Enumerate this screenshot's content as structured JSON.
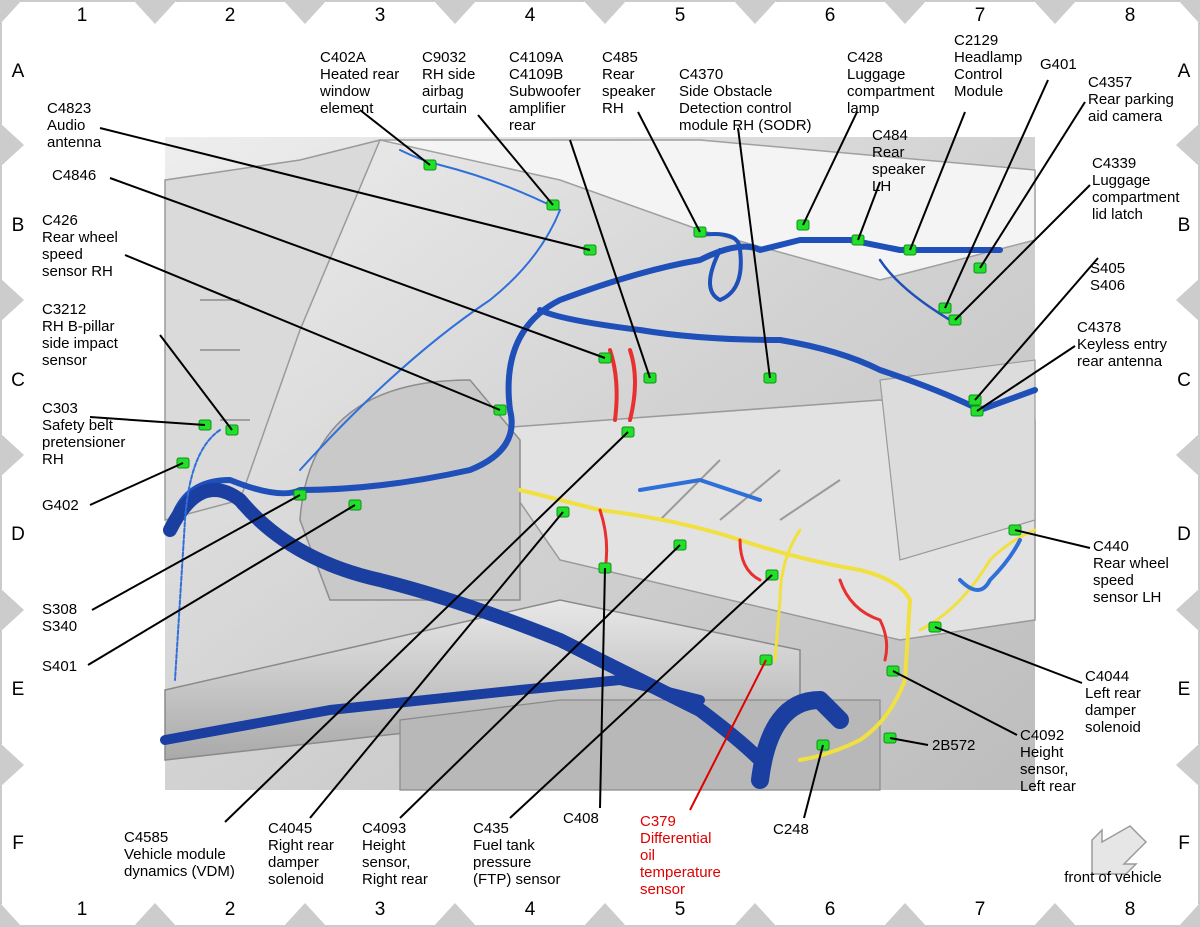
{
  "grid": {
    "columns": [
      "1",
      "2",
      "3",
      "4",
      "5",
      "6",
      "7",
      "8"
    ],
    "rows": [
      "A",
      "B",
      "C",
      "D",
      "E",
      "F"
    ]
  },
  "callouts": [
    {
      "id": "c402a",
      "lines": [
        "C402A",
        "Heated rear",
        "window",
        "element"
      ]
    },
    {
      "id": "c9032",
      "lines": [
        "C9032",
        "RH side",
        "airbag",
        "curtain"
      ]
    },
    {
      "id": "c4109",
      "lines": [
        "C4109A",
        "C4109B",
        "Subwoofer",
        "amplifier",
        "rear"
      ]
    },
    {
      "id": "c485",
      "lines": [
        "C485",
        "Rear",
        "speaker",
        "RH"
      ]
    },
    {
      "id": "c4370",
      "lines": [
        "C4370",
        "Side Obstacle",
        "Detection control",
        "module RH (SODR)"
      ]
    },
    {
      "id": "c428",
      "lines": [
        "C428",
        "Luggage",
        "compartment",
        "lamp"
      ]
    },
    {
      "id": "c2129",
      "lines": [
        "C2129",
        "Headlamp",
        "Control",
        "Module"
      ]
    },
    {
      "id": "g401",
      "lines": [
        "G401"
      ]
    },
    {
      "id": "c4357",
      "lines": [
        "C4357",
        "Rear parking",
        "aid camera"
      ]
    },
    {
      "id": "c4823",
      "lines": [
        "C4823",
        "Audio",
        "antenna"
      ]
    },
    {
      "id": "c484",
      "lines": [
        "C484",
        "Rear",
        "speaker",
        "LH"
      ]
    },
    {
      "id": "c4339",
      "lines": [
        "C4339",
        "Luggage",
        "compartment",
        "lid latch"
      ]
    },
    {
      "id": "c4846",
      "lines": [
        "C4846"
      ]
    },
    {
      "id": "c426",
      "lines": [
        "C426",
        "Rear wheel",
        "speed",
        "sensor RH"
      ]
    },
    {
      "id": "s405",
      "lines": [
        "S405",
        "S406"
      ]
    },
    {
      "id": "c3212",
      "lines": [
        "C3212",
        "RH B-pillar",
        "side impact",
        "sensor"
      ]
    },
    {
      "id": "c4378",
      "lines": [
        "C4378",
        "Keyless entry",
        "rear antenna"
      ]
    },
    {
      "id": "c303",
      "lines": [
        "C303",
        "Safety belt",
        "pretensioner",
        "RH"
      ]
    },
    {
      "id": "g402",
      "lines": [
        "G402"
      ]
    },
    {
      "id": "c440",
      "lines": [
        "C440",
        "Rear wheel",
        "speed",
        "sensor LH"
      ]
    },
    {
      "id": "s308",
      "lines": [
        "S308",
        "S340"
      ]
    },
    {
      "id": "s401",
      "lines": [
        "S401"
      ]
    },
    {
      "id": "c4044",
      "lines": [
        "C4044",
        "Left rear",
        "damper",
        "solenoid"
      ]
    },
    {
      "id": "c4092",
      "lines": [
        "C4092",
        "Height",
        "sensor,",
        "Left rear"
      ]
    },
    {
      "id": "b2b572",
      "lines": [
        "2B572"
      ]
    },
    {
      "id": "c408",
      "lines": [
        "C408"
      ]
    },
    {
      "id": "c248",
      "lines": [
        "C248"
      ]
    },
    {
      "id": "c4585",
      "lines": [
        "C4585",
        "Vehicle module",
        "dynamics (VDM)"
      ]
    },
    {
      "id": "c4045",
      "lines": [
        "C4045",
        "Right rear",
        "damper",
        "solenoid"
      ]
    },
    {
      "id": "c4093",
      "lines": [
        "C4093",
        "Height",
        "sensor,",
        "Right rear"
      ]
    },
    {
      "id": "c435",
      "lines": [
        "C435",
        "Fuel tank",
        "pressure",
        "(FTP) sensor"
      ]
    },
    {
      "id": "c379",
      "lines": [
        "C379",
        "Differential",
        "oil",
        "temperature",
        "sensor"
      ],
      "highlight": true
    }
  ],
  "front_label": "front of vehicle",
  "colors": {
    "harness_main": "#1f4fb8",
    "harness_light": "#2f6fd8",
    "harness_yellow": "#f0e040",
    "harness_red": "#e83030",
    "connector": "#22e02a",
    "highlight": "#e00000",
    "body_panel": "#d8d8d8"
  }
}
